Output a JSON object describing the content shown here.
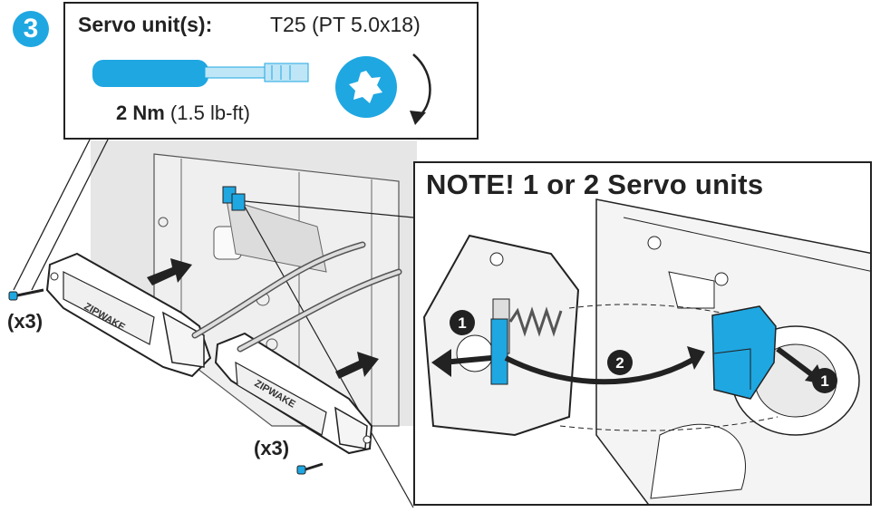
{
  "step": {
    "number": "3"
  },
  "tool": {
    "title": "Servo unit(s):",
    "bit": "T25 (PT 5.0x18)",
    "torque_bold": "2 Nm",
    "torque_rest": "(1.5 lb-ft)",
    "icon": "torx-screwdriver-icon"
  },
  "note": {
    "title": "NOTE! 1 or 2 Servo units",
    "callout_1": "1",
    "callout_2": "2",
    "callout_3": "1"
  },
  "screws": {
    "left_qty": "(x3)",
    "right_qty": "(x3)"
  },
  "colors": {
    "accent": "#1fa7e1",
    "line": "#222222",
    "shade": "#e6e6e6"
  }
}
